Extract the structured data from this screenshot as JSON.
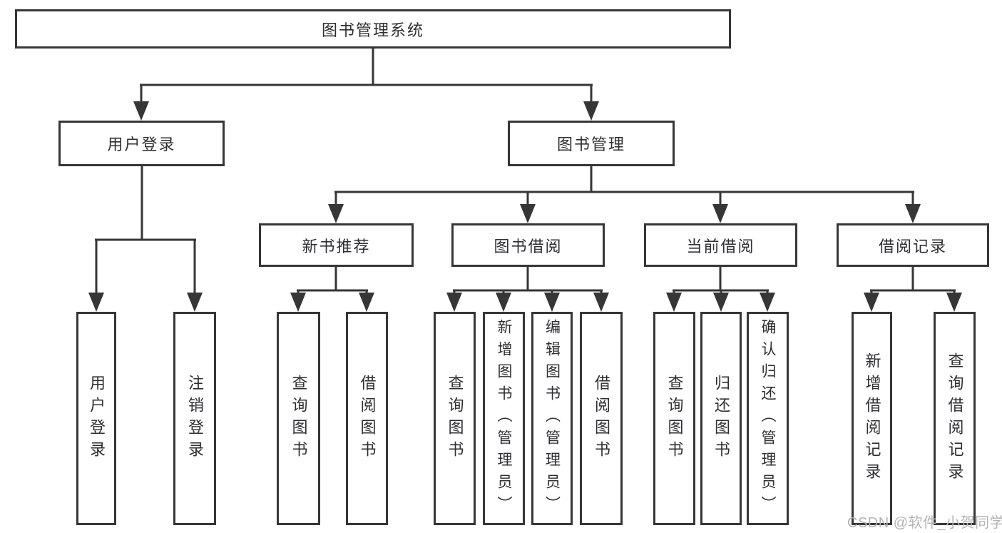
{
  "tree": {
    "label": "图书管理系统",
    "children": [
      {
        "label": "用户登录",
        "children": [
          {
            "label": "用户登录"
          },
          {
            "label": "注销登录"
          }
        ]
      },
      {
        "label": "图书管理",
        "children": [
          {
            "label": "新书推荐",
            "children": [
              {
                "label": "查询图书"
              },
              {
                "label": "借阅图书"
              }
            ]
          },
          {
            "label": "图书借阅",
            "children": [
              {
                "label": "查询图书"
              },
              {
                "label": "新增图书（管理员）"
              },
              {
                "label": "编辑图书（管理员）"
              },
              {
                "label": "借阅图书"
              }
            ]
          },
          {
            "label": "当前借阅",
            "children": [
              {
                "label": "查询图书"
              },
              {
                "label": "归还图书"
              },
              {
                "label": "确认归还（管理员）"
              }
            ]
          },
          {
            "label": "借阅记录",
            "children": [
              {
                "label": "新增借阅记录"
              },
              {
                "label": "查询借阅记录"
              }
            ]
          }
        ]
      }
    ]
  },
  "watermark": {
    "text": "CSDN @软件_小贺同学",
    "color": "#b4b4b4"
  },
  "colors": {
    "line": "#363636",
    "box_border": "#363636",
    "text": "#2e2e33",
    "background": "#ffffff"
  }
}
